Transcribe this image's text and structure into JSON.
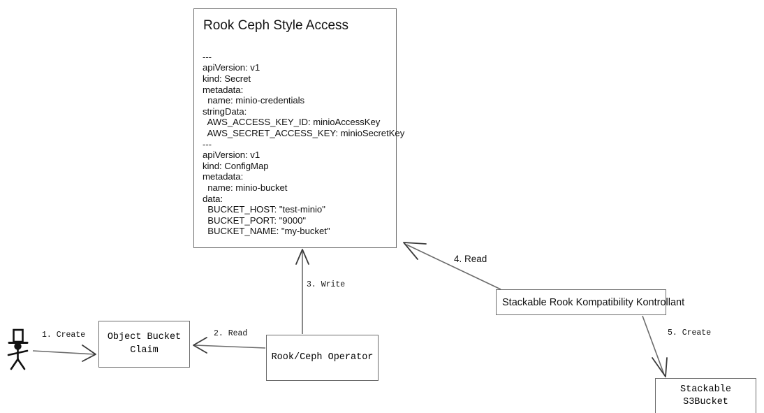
{
  "diagram": {
    "title": "Rook Ceph Style Access flow",
    "stroke_color": "#6b6b6b",
    "text_color": "#111111",
    "background": "#ffffff"
  },
  "yaml_card": {
    "title": "Rook Ceph Style Access",
    "body": "---\napiVersion: v1\nkind: Secret\nmetadata:\n  name: minio-credentials\nstringData:\n  AWS_ACCESS_KEY_ID: minioAccessKey\n  AWS_SECRET_ACCESS_KEY: minioSecretKey\n---\napiVersion: v1\nkind: ConfigMap\nmetadata:\n  name: minio-bucket\ndata:\n  BUCKET_HOST: \"test-minio\"\n  BUCKET_PORT: \"9000\"\n  BUCKET_NAME: \"my-bucket\""
  },
  "nodes": {
    "actor": "user-actor-stick-figure",
    "object_bucket_claim": "Object Bucket\nClaim",
    "operator": "Rook/Ceph Operator",
    "kontrollant": "Stackable Rook Kompatibility Kontrollant",
    "s3bucket": "Stackable S3Bucket"
  },
  "edges": [
    {
      "id": 1,
      "label": "1. Create",
      "from": "actor",
      "to": "object_bucket_claim"
    },
    {
      "id": 2,
      "label": "2. Read",
      "from": "operator",
      "to": "object_bucket_claim"
    },
    {
      "id": 3,
      "label": "3. Write",
      "from": "operator",
      "to": "yaml_card"
    },
    {
      "id": 4,
      "label": "4. Read",
      "from": "kontrollant",
      "to": "yaml_card"
    },
    {
      "id": 5,
      "label": "5. Create",
      "from": "kontrollant",
      "to": "s3bucket"
    }
  ]
}
